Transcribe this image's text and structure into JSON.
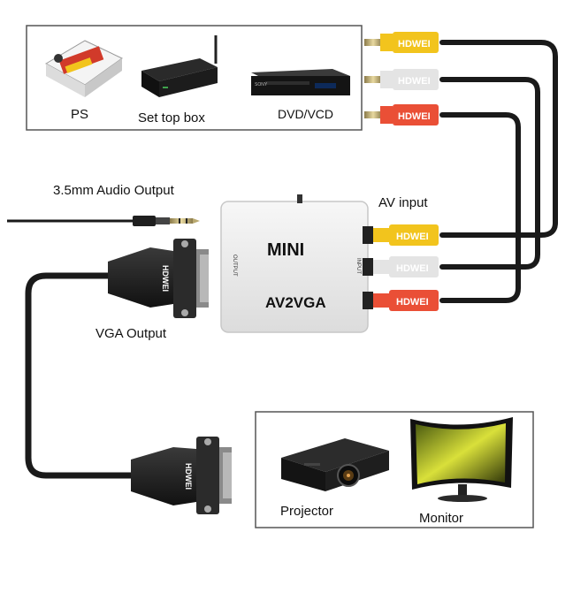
{
  "sources": {
    "ps_label": "PS",
    "stb_label": "Set top box",
    "dvd_label": "DVD/VCD",
    "dvd_brand": "SONY"
  },
  "connector_brand": "HDWEI",
  "audio_out_label": "3.5mm Audio Output",
  "av_in_label": "AV input",
  "vga_out_label": "VGA Output",
  "converter": {
    "name": "MINI",
    "model": "AV2VGA",
    "output_port": "OUTPUT",
    "input_port": "INPUT"
  },
  "displays": {
    "projector_label": "Projector",
    "monitor_label": "Monitor"
  },
  "colors": {
    "yellow_plug": "#f2c41d",
    "white_plug": "#e4e4e4",
    "red_plug": "#ea4f36",
    "cable": "#1a1a1a"
  }
}
